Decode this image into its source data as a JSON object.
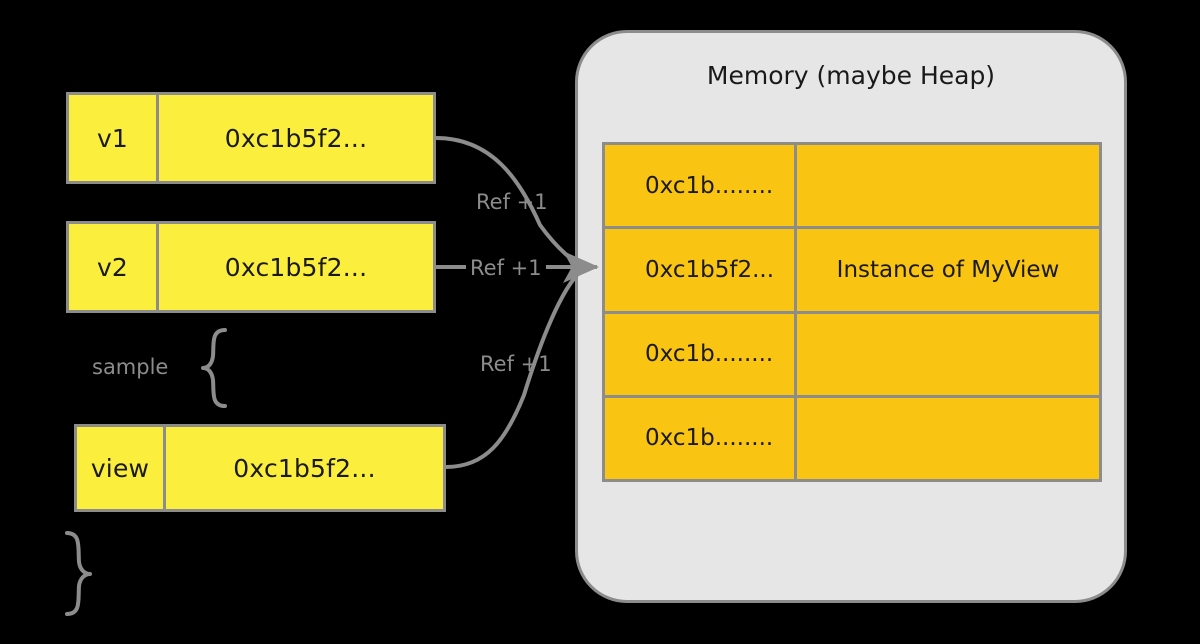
{
  "diagram": {
    "title_note": "Reference counting / memory diagram",
    "variables": [
      {
        "name": "v1",
        "address": "0xc1b5f2..."
      },
      {
        "name": "v2",
        "address": "0xc1b5f2..."
      },
      {
        "name": "view",
        "address": "0xc1b5f2..."
      }
    ],
    "scope_label": "sample",
    "ref_labels": {
      "top": "Ref +1",
      "middle": "Ref +1",
      "bottom": "Ref +1"
    },
    "memory": {
      "title": "Memory (maybe Heap)",
      "rows": [
        {
          "address": "0xc1b........",
          "value": ""
        },
        {
          "address": "0xc1b5f2...",
          "value": "Instance of MyView"
        },
        {
          "address": "0xc1b........",
          "value": ""
        },
        {
          "address": "0xc1b........",
          "value": ""
        }
      ]
    },
    "colors": {
      "variable_fill": "#FBEE3C",
      "memory_fill": "#F9C412",
      "panel_fill": "#E6E6E6",
      "stroke": "#8C8C8C",
      "background": "#000000",
      "text": "#1a1a1a"
    }
  }
}
